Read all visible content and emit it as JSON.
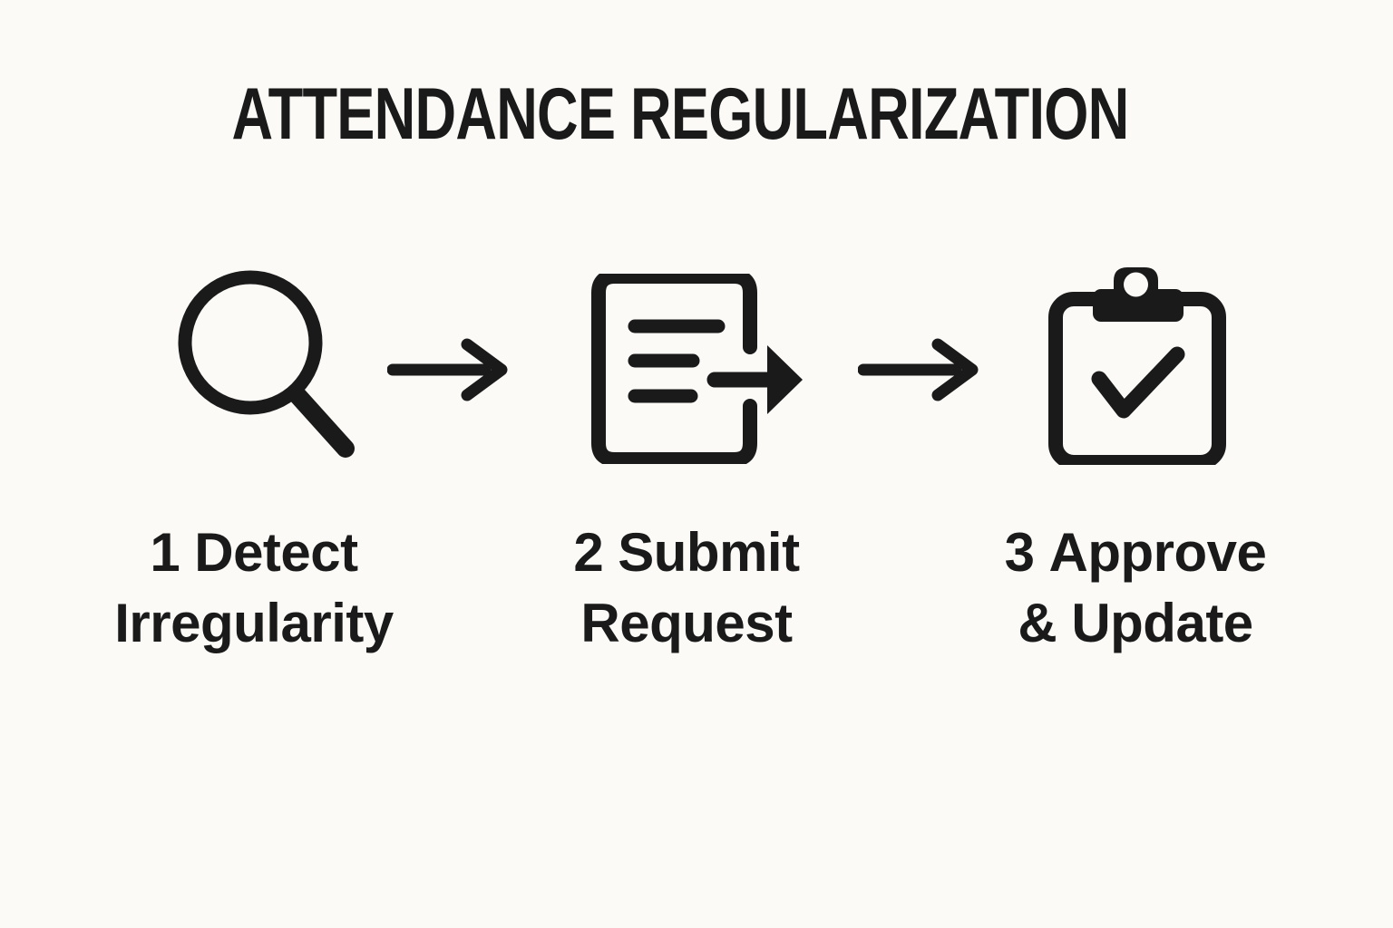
{
  "title": "ATTENDANCE REGULARIZATION",
  "colors": {
    "background": "#fbfaf7",
    "ink": "#1a1a1a"
  },
  "steps": [
    {
      "number": "1",
      "label_line1": "Detect",
      "label_line2": "Irregularity",
      "icon": "magnifier-icon"
    },
    {
      "number": "2",
      "label_line1": "Submit",
      "label_line2": "Request",
      "icon": "document-submit-icon"
    },
    {
      "number": "3",
      "label_line1": "Approve",
      "label_line2": "& Update",
      "icon": "clipboard-check-icon"
    }
  ],
  "connectors": [
    {
      "icon": "arrow-right-icon"
    },
    {
      "icon": "arrow-right-icon"
    }
  ]
}
